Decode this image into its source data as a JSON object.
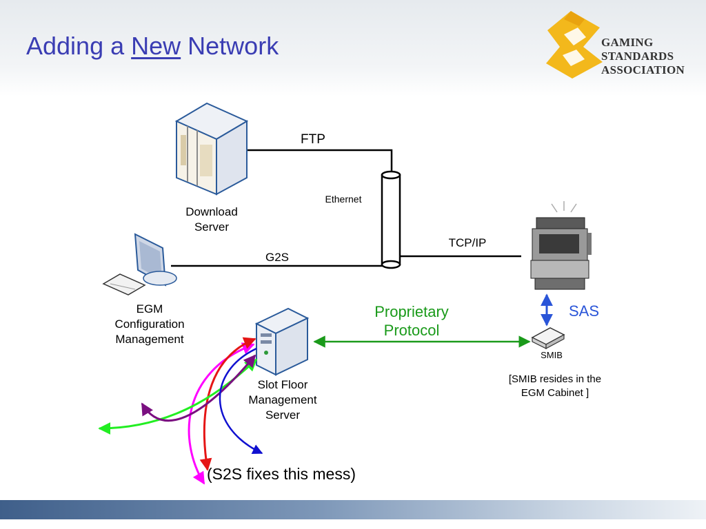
{
  "slide": {
    "title_pre": "Adding a ",
    "title_emph": "New",
    "title_post": " Network",
    "logo": {
      "line1": "GAMING",
      "line2": "STANDARDS",
      "line3": "ASSOCIATION",
      "accent_color": "#f3b81c"
    }
  },
  "nodes": {
    "download_server": {
      "line1": "Download",
      "line2": "Server",
      "icon": "server-tower-icon"
    },
    "egm_config": {
      "line1": "EGM",
      "line2": "Configuration",
      "line3": "Management",
      "icon": "desktop-computer-icon"
    },
    "slot_floor": {
      "line1": "Slot Floor",
      "line2": "Management",
      "line3": "Server",
      "icon": "server-icon"
    },
    "smib": {
      "label": "SMIB",
      "icon": "smib-box-icon"
    },
    "egm": {
      "icon": "slot-machine-icon"
    },
    "ethernet": {
      "label": "Ethernet",
      "icon": "ethernet-pipe-icon"
    }
  },
  "edges": {
    "ftp": "FTP",
    "g2s": "G2S",
    "tcpip": "TCP/IP",
    "proprietary_line1": "Proprietary",
    "proprietary_line2": "Protocol",
    "sas": "SAS"
  },
  "notes": {
    "smib_note_line1": "[SMIB resides in the",
    "smib_note_line2": "EGM Cabinet ]",
    "s2s": "(S2S fixes this mess)"
  },
  "colors": {
    "title": "#3a3db3",
    "proprietary": "#1a9a1a",
    "sas": "#2a55d8",
    "arrow_magenta": "#ff00ff",
    "arrow_red": "#e51515",
    "arrow_green": "#22ee22",
    "arrow_purple": "#7a0f80",
    "arrow_blue": "#1010d0"
  }
}
